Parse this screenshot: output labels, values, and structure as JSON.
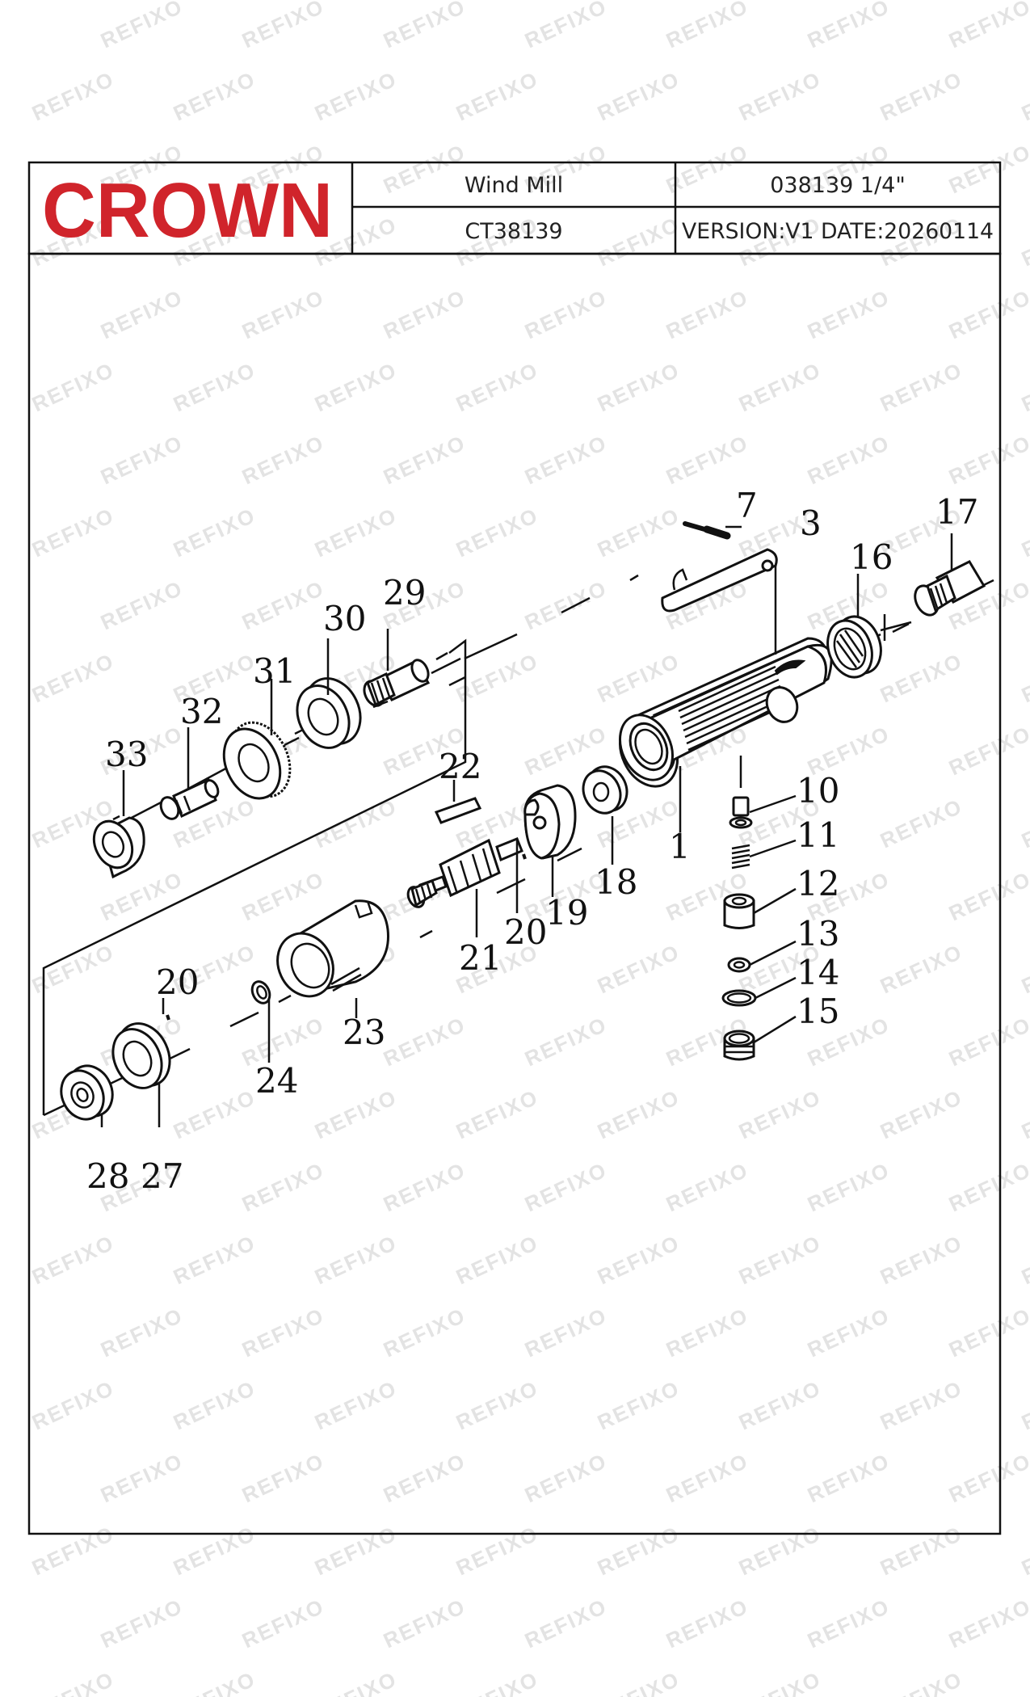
{
  "header": {
    "logo": "CROWN",
    "product_name": "Wind  Mill",
    "model_code": "CT38139",
    "part_number": "038139  1/4\"",
    "version_date": "VERSION:V1  DATE:20260114"
  },
  "watermark": "REFIXO",
  "colors": {
    "brand_red": "#d0242b",
    "line": "#111111",
    "watermark": "#e3e3e3"
  },
  "part_labels": [
    "1",
    "3",
    "7",
    "10",
    "11",
    "12",
    "13",
    "14",
    "15",
    "16",
    "17",
    "18",
    "19",
    "20",
    "20",
    "21",
    "22",
    "23",
    "24",
    "27",
    "28",
    "29",
    "30",
    "31",
    "32",
    "33"
  ]
}
